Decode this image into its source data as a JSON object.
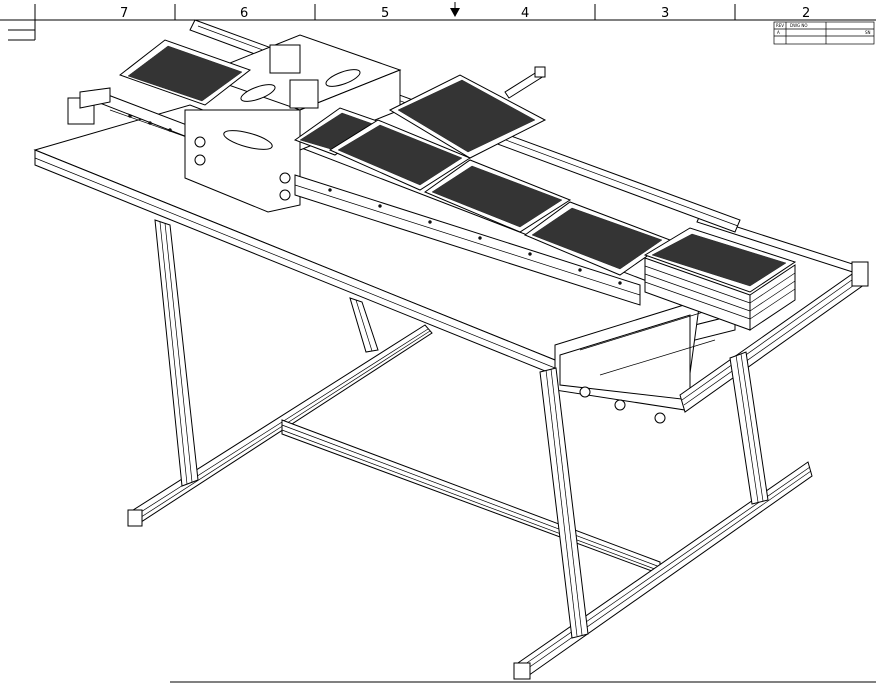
{
  "zone_labels": [
    "7",
    "6",
    "5",
    "4",
    "3",
    "2"
  ],
  "title_block": {
    "rev_header": "REV",
    "dwg_header": "DWG NO",
    "rev_value": "A",
    "sheet_value": "SN"
  },
  "colors": {
    "line": "#000000",
    "background": "#ffffff",
    "part_fill": "#111111"
  }
}
